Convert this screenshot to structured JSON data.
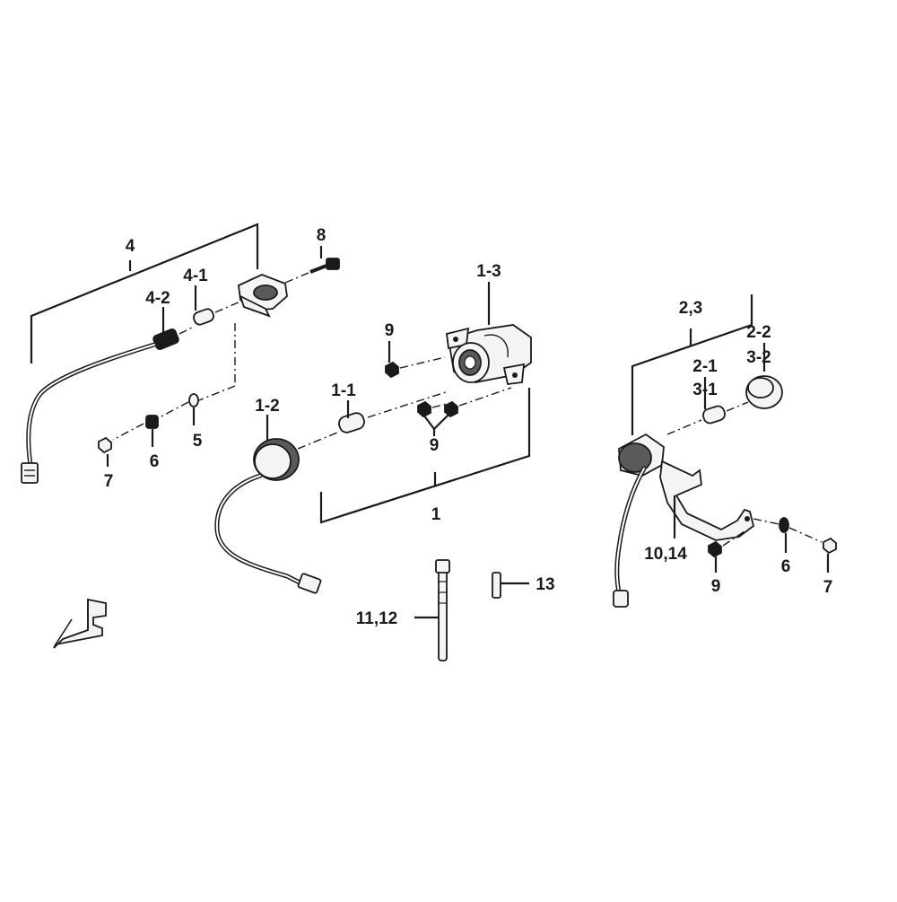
{
  "diagram": {
    "callouts": {
      "c_4": "4",
      "c_4_1": "4-1",
      "c_4_2": "4-2",
      "c_8": "8",
      "c_5": "5",
      "c_6_left": "6",
      "c_7_left": "7",
      "c_1_2": "1-2",
      "c_1_1": "1-1",
      "c_1_3": "1-3",
      "c_9_top": "9",
      "c_9_mid": "9",
      "c_1": "1",
      "c_11_12": "11,12",
      "c_13": "13",
      "c_2_3": "2,3",
      "c_2_2": "2-2",
      "c_3_2": "3-2",
      "c_2_1": "2-1",
      "c_3_1": "3-1",
      "c_10_14": "10,14",
      "c_9_right": "9",
      "c_6_right": "6",
      "c_7_right": "7"
    },
    "front_indicator_icon": "front-direction-arrow-icon"
  }
}
